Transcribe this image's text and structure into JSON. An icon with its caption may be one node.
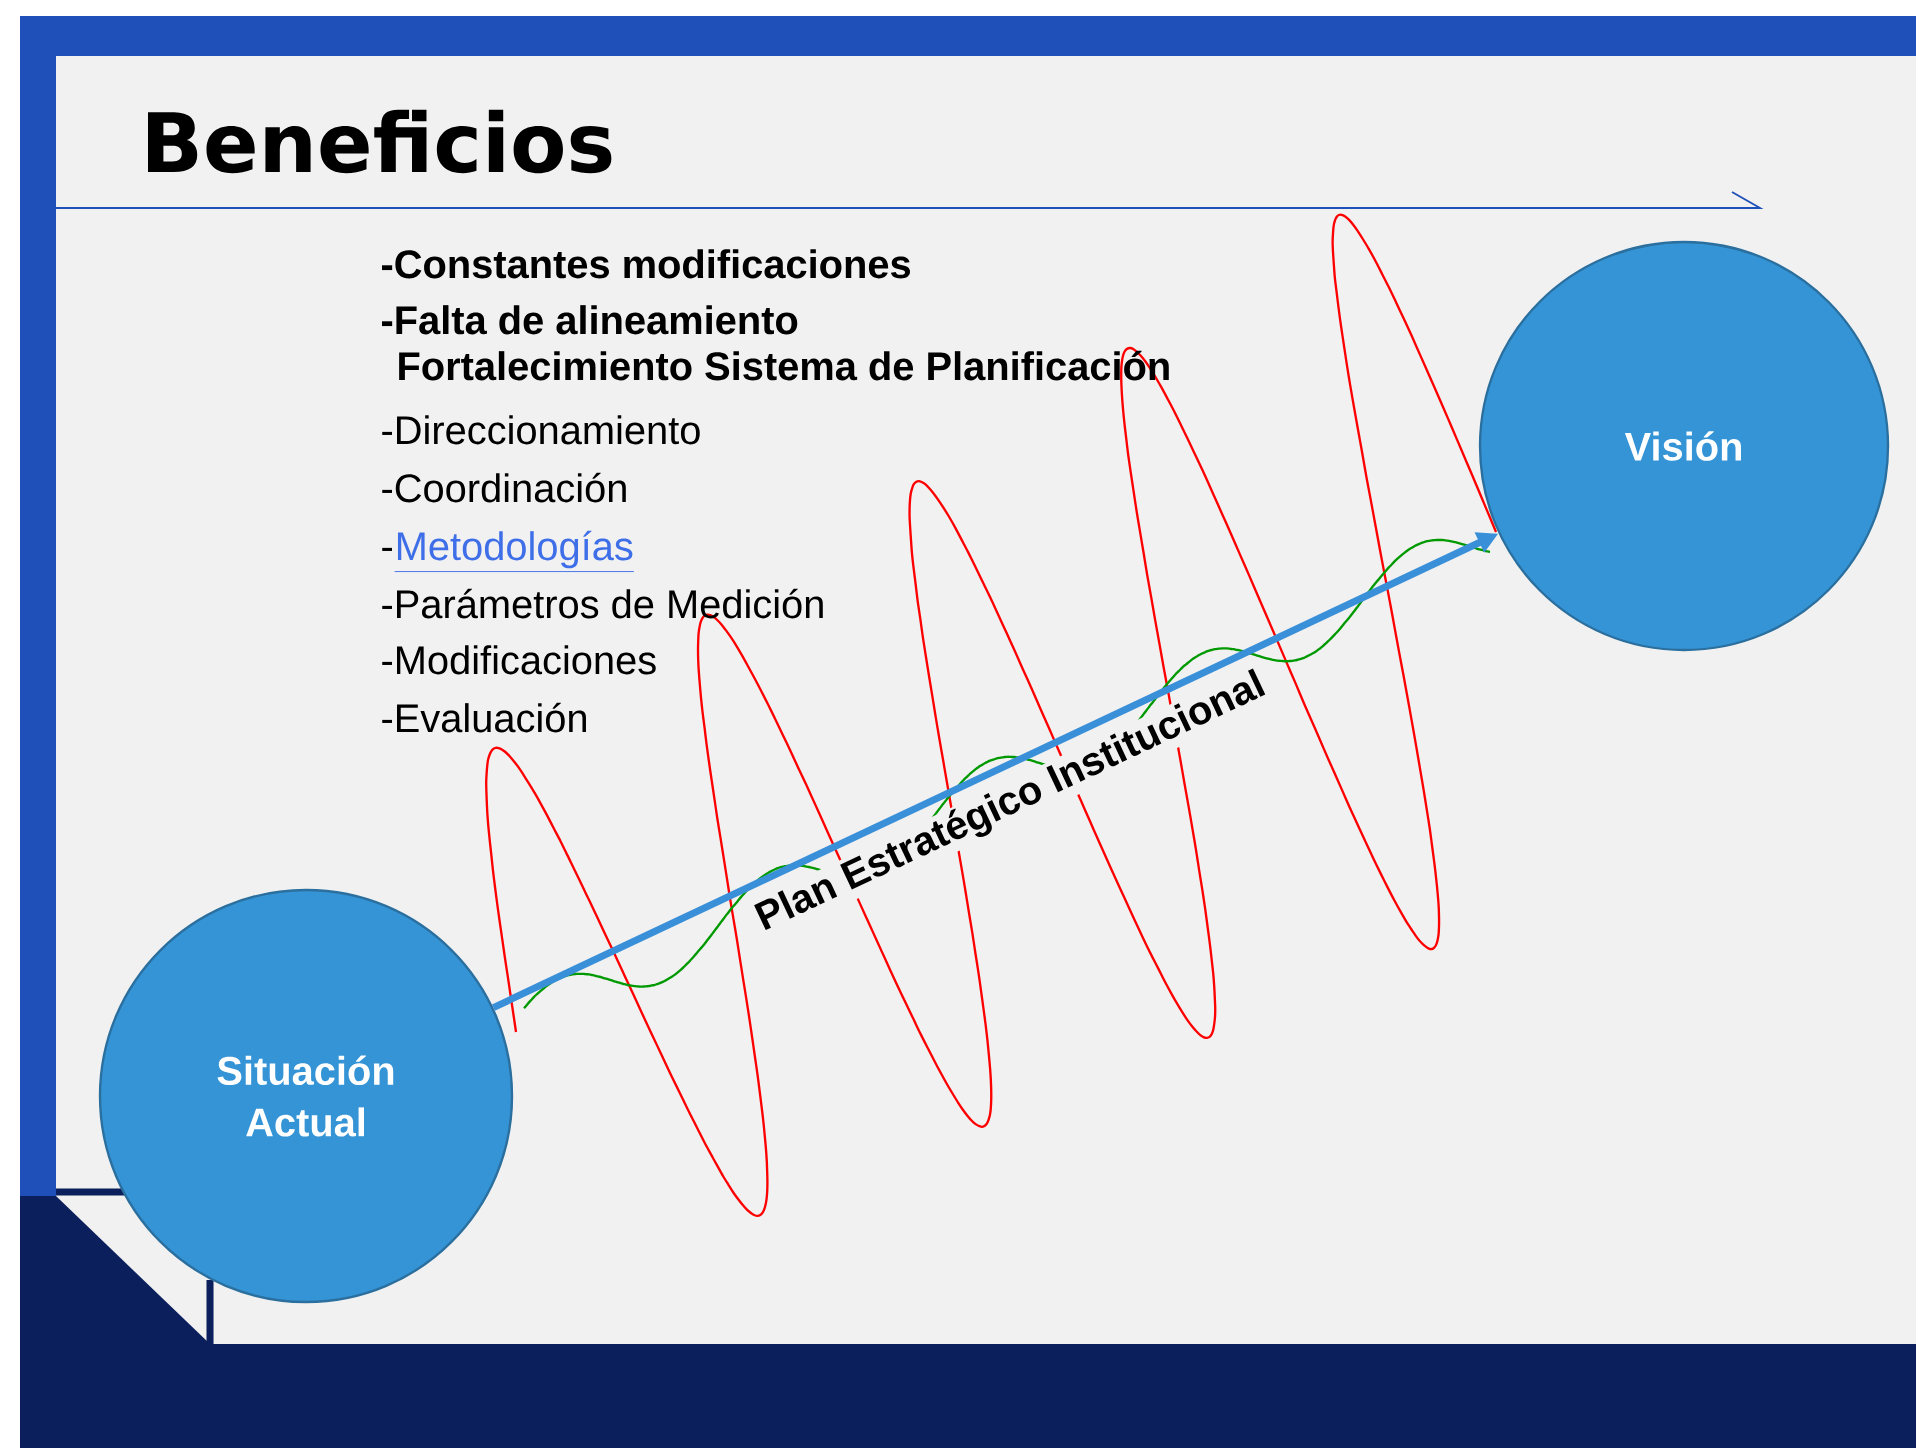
{
  "diagram": {
    "title": "Beneficios",
    "nodes": [
      {
        "text": [
          "Situación Actual"
        ]
      },
      {
        "text": [
          "Visión"
        ]
      }
    ],
    "edges": [
      {
        "from": 0,
        "to": 1,
        "arrow": "to",
        "label": "Plan Estratégico Institucional"
      }
    ],
    "labels": [
      "-Constantes modificaciones",
      "-Falta de alineamiento",
      "Fortalecimiento Sistema de Planificación",
      "-Direccionamiento",
      "-Coordinación",
      "-",
      "Metodologías",
      "-Parámetros de Medición",
      "-Modificaciones",
      "-Evaluación"
    ]
  }
}
